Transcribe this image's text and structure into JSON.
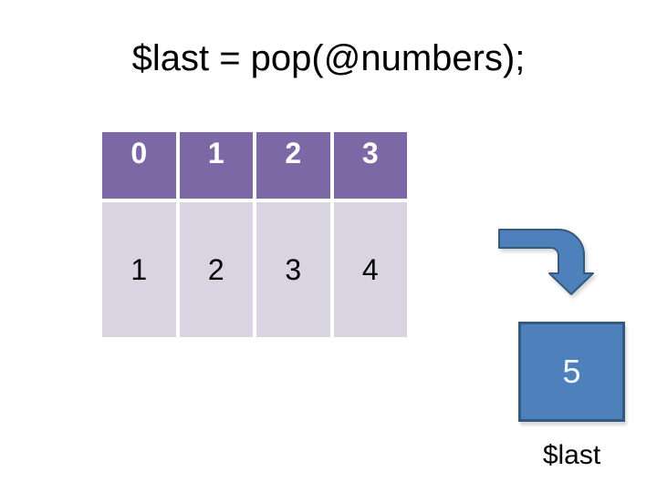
{
  "title": "$last = pop(@numbers);",
  "array_table": {
    "index_row": [
      "0",
      "1",
      "2",
      "3"
    ],
    "value_row": [
      "1",
      "2",
      "3",
      "4"
    ]
  },
  "popped_element": {
    "value": "5",
    "variable_label": "$last"
  },
  "icons": {
    "bent_arrow": "bent-arrow-down-icon"
  },
  "colors": {
    "header_purple": "#7b68a5",
    "cell_lavender": "#d8d4e1",
    "shape_blue": "#4e81bc",
    "shape_border_blue": "#365a7e",
    "text_black": "#000000"
  }
}
